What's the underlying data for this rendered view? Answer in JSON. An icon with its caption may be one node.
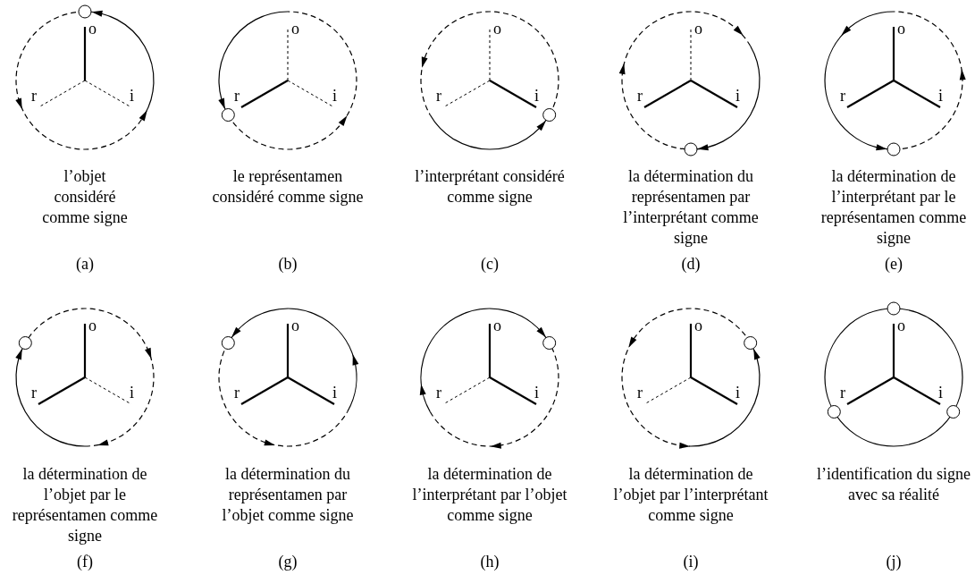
{
  "diagram": {
    "labels": [
      "o",
      "r",
      "i",
      "l’objet considéré comme signe",
      "(a)",
      "o",
      "r",
      "i",
      "le représentamen considéré comme signe",
      "(b)",
      "o",
      "r",
      "i",
      "l’interprétant considéré comme signe",
      "(c)",
      "o",
      "r",
      "i",
      "la détermination du représentamen par l’interprétant comme signe",
      "(d)",
      "o",
      "r",
      "i",
      "la détermination de l’interprétant par le représentamen comme signe",
      "(e)",
      "o",
      "r",
      "i",
      "la détermination de l’objet par le représentamen comme signe",
      "(f)",
      "o",
      "r",
      "i",
      "la détermination du représentamen par l’objet comme signe",
      "(g)",
      "o",
      "r",
      "i",
      "la détermination de l’interprétant par l’objet comme signe",
      "(h)",
      "o",
      "r",
      "i",
      "la détermination de l’objet par l’interprétant comme signe",
      "(i)",
      "o",
      "r",
      "i",
      "l’identification du signe avec sa réalité",
      "(j)"
    ]
  }
}
